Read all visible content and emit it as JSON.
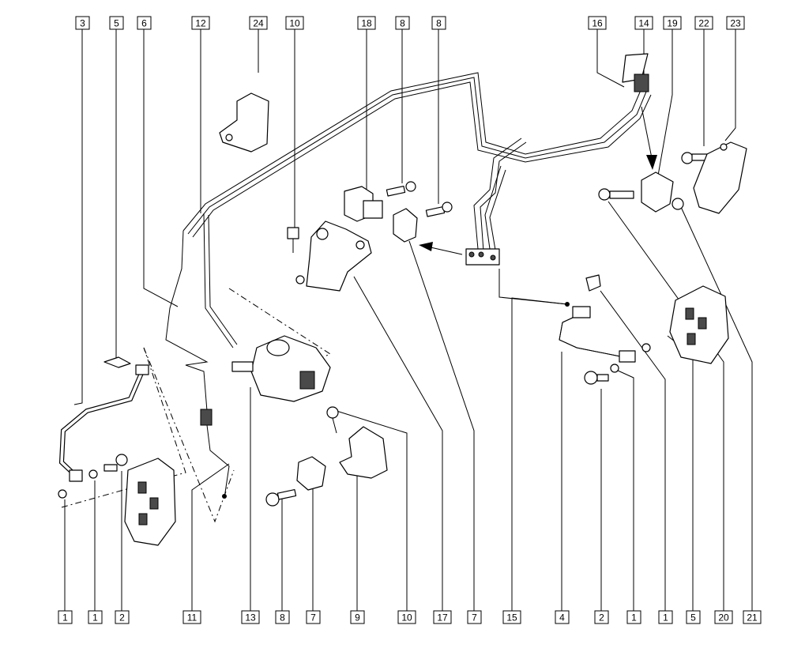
{
  "diagram": {
    "top_callouts": [
      {
        "id": "top-3",
        "label": "3"
      },
      {
        "id": "top-5",
        "label": "5"
      },
      {
        "id": "top-6",
        "label": "6"
      },
      {
        "id": "top-12",
        "label": "12"
      },
      {
        "id": "top-24",
        "label": "24"
      },
      {
        "id": "top-10",
        "label": "10"
      },
      {
        "id": "top-18",
        "label": "18"
      },
      {
        "id": "top-8a",
        "label": "8"
      },
      {
        "id": "top-8b",
        "label": "8"
      },
      {
        "id": "top-16",
        "label": "16"
      },
      {
        "id": "top-14",
        "label": "14"
      },
      {
        "id": "top-19",
        "label": "19"
      },
      {
        "id": "top-22",
        "label": "22"
      },
      {
        "id": "top-23",
        "label": "23"
      }
    ],
    "bottom_callouts": [
      {
        "id": "bot-1a",
        "label": "1"
      },
      {
        "id": "bot-1b",
        "label": "1"
      },
      {
        "id": "bot-2a",
        "label": "2"
      },
      {
        "id": "bot-11",
        "label": "11"
      },
      {
        "id": "bot-13",
        "label": "13"
      },
      {
        "id": "bot-8",
        "label": "8"
      },
      {
        "id": "bot-7a",
        "label": "7"
      },
      {
        "id": "bot-9",
        "label": "9"
      },
      {
        "id": "bot-10",
        "label": "10"
      },
      {
        "id": "bot-17",
        "label": "17"
      },
      {
        "id": "bot-7b",
        "label": "7"
      },
      {
        "id": "bot-15",
        "label": "15"
      },
      {
        "id": "bot-4",
        "label": "4"
      },
      {
        "id": "bot-2b",
        "label": "2"
      },
      {
        "id": "bot-1c",
        "label": "1"
      },
      {
        "id": "bot-1d",
        "label": "1"
      },
      {
        "id": "bot-5",
        "label": "5"
      },
      {
        "id": "bot-20",
        "label": "20"
      },
      {
        "id": "bot-21",
        "label": "21"
      }
    ]
  }
}
